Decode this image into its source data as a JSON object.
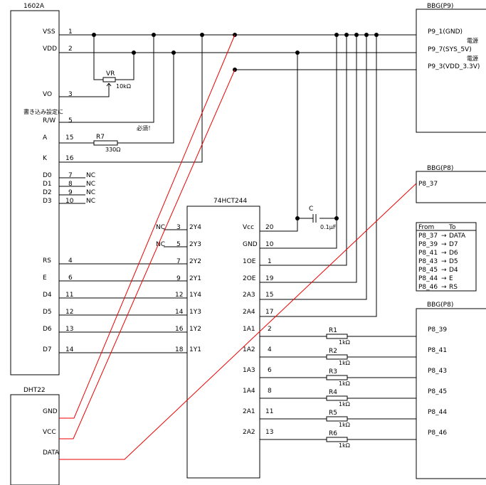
{
  "lcd": {
    "title": "1602A",
    "pins": [
      {
        "name": "VSS",
        "num": "1"
      },
      {
        "name": "VDD",
        "num": "2"
      },
      {
        "name": "VO",
        "num": "3"
      },
      {
        "name": "R/W",
        "num": "5"
      },
      {
        "name": "A",
        "num": "15"
      },
      {
        "name": "K",
        "num": "16"
      },
      {
        "name": "D0",
        "num": "7",
        "nc": "NC"
      },
      {
        "name": "D1",
        "num": "8",
        "nc": "NC"
      },
      {
        "name": "D2",
        "num": "9",
        "nc": "NC"
      },
      {
        "name": "D3",
        "num": "10",
        "nc": "NC"
      },
      {
        "name": "RS",
        "num": "4"
      },
      {
        "name": "E",
        "num": "6"
      },
      {
        "name": "D4",
        "num": "11"
      },
      {
        "name": "D5",
        "num": "12"
      },
      {
        "name": "D6",
        "num": "13"
      },
      {
        "name": "D7",
        "num": "14"
      }
    ],
    "note_rw": "書き込み設定に",
    "note_required": "必須！"
  },
  "vr": {
    "label": "VR",
    "value": "10kΩ"
  },
  "r7": {
    "label": "R7",
    "value": "330Ω"
  },
  "capacitor": {
    "label": "C",
    "value": "0.1μF"
  },
  "dht": {
    "title": "DHT22",
    "pins": [
      "GND",
      "VCC",
      "DATA"
    ]
  },
  "ic": {
    "title": "74HCT244",
    "left_pins": [
      {
        "nc": "NC",
        "num": "3",
        "name": "2Y4"
      },
      {
        "nc": "NC",
        "num": "5",
        "name": "2Y3"
      },
      {
        "nc": "",
        "num": "7",
        "name": "2Y2"
      },
      {
        "nc": "",
        "num": "9",
        "name": "2Y1"
      },
      {
        "nc": "",
        "num": "12",
        "name": "1Y4"
      },
      {
        "nc": "",
        "num": "14",
        "name": "1Y3"
      },
      {
        "nc": "",
        "num": "16",
        "name": "1Y2"
      },
      {
        "nc": "",
        "num": "18",
        "name": "1Y1"
      }
    ],
    "right_pins": [
      {
        "name": "Vcc",
        "num": "20"
      },
      {
        "name": "GND",
        "num": "10"
      },
      {
        "name": "1OE",
        "num": "1"
      },
      {
        "name": "2OE",
        "num": "19"
      },
      {
        "name": "2A3",
        "num": "15"
      },
      {
        "name": "2A4",
        "num": "17"
      },
      {
        "name": "1A1",
        "num": "2"
      },
      {
        "name": "1A2",
        "num": "4"
      },
      {
        "name": "1A3",
        "num": "6"
      },
      {
        "name": "1A4",
        "num": "8"
      },
      {
        "name": "2A1",
        "num": "11"
      },
      {
        "name": "2A2",
        "num": "13"
      }
    ]
  },
  "resistors": [
    {
      "label": "R1",
      "value": "1kΩ"
    },
    {
      "label": "R2",
      "value": "1kΩ"
    },
    {
      "label": "R3",
      "value": "1kΩ"
    },
    {
      "label": "R4",
      "value": "1kΩ"
    },
    {
      "label": "R5",
      "value": "1kΩ"
    },
    {
      "label": "R6",
      "value": "1kΩ"
    }
  ],
  "p9": {
    "title": "BBG(P9)",
    "pins": [
      {
        "label": "P9_1(GND)",
        "note": ""
      },
      {
        "label": "P9_7(SYS_5V)",
        "note": "電源"
      },
      {
        "label": "P9_3(VDD_3.3V)",
        "note": "電源"
      }
    ]
  },
  "p8a": {
    "title": "BBG(P8)",
    "pins": [
      "P8_37"
    ]
  },
  "mapping": {
    "headers": [
      "From",
      "To"
    ],
    "arrow": "→",
    "rows": [
      {
        "from": "P8_37",
        "to": "DATA"
      },
      {
        "from": "P8_39",
        "to": "D7"
      },
      {
        "from": "P8_41",
        "to": "D6"
      },
      {
        "from": "P8_43",
        "to": "D5"
      },
      {
        "from": "P8_45",
        "to": "D4"
      },
      {
        "from": "P8_44",
        "to": "E"
      },
      {
        "from": "P8_46",
        "to": "RS"
      }
    ]
  },
  "p8b": {
    "title": "BBG(P8)",
    "pins": [
      "P8_39",
      "P8_41",
      "P8_43",
      "P8_45",
      "P8_44",
      "P8_46"
    ]
  },
  "colors": {
    "wire": "#000000",
    "highlight_wire": "#ee0000"
  }
}
